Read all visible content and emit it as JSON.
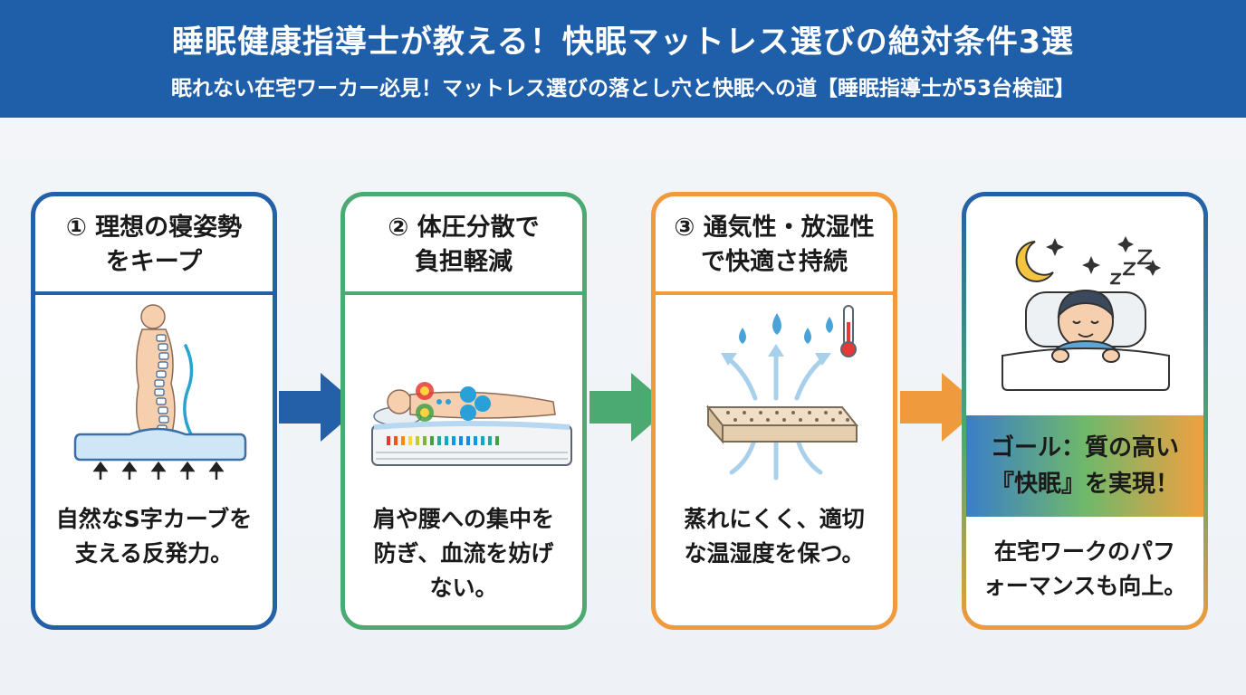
{
  "header": {
    "title": "睡眠健康指導士が教える！快眠マットレス選びの絶対条件3選",
    "subtitle": "眠れない在宅ワーカー必見！マットレス選びの落とし穴と快眠への道【睡眠指導士が53台検証】"
  },
  "cards": [
    {
      "title_line1": "① 理想の寝姿勢",
      "title_line2": "をキープ",
      "desc_line1": "自然なS字カーブを",
      "desc_line2": "支える反発力。",
      "accent": "#2360a8"
    },
    {
      "title_line1": "② 体圧分散で",
      "title_line2": "負担軽減",
      "desc_line1": "肩や腰への集中を",
      "desc_line2": "防ぎ、血流を妨げ",
      "desc_line3": "ない。",
      "accent": "#4aaa72"
    },
    {
      "title_line1": "③ 通気性・放湿性",
      "title_line2": "で快適さ持続",
      "desc_line1": "蒸れにくく、適切",
      "desc_line2": "な温湿度を保つ。",
      "accent": "#f09a3e"
    }
  ],
  "goal": {
    "line1": "ゴール：質の高い",
    "line2": "『快眠』を実現！",
    "desc_line1": "在宅ワークのパフ",
    "desc_line2": "ォーマンスも向上。"
  },
  "icons": [
    "spine-posture-icon",
    "pressure-map-icon",
    "ventilated-mattress-icon",
    "sleeping-person-icon",
    "arrow-right-icon"
  ],
  "colors": {
    "header": "#1f5ea8",
    "blue": "#2360a8",
    "green": "#4aaa72",
    "orange": "#f09a3e"
  }
}
